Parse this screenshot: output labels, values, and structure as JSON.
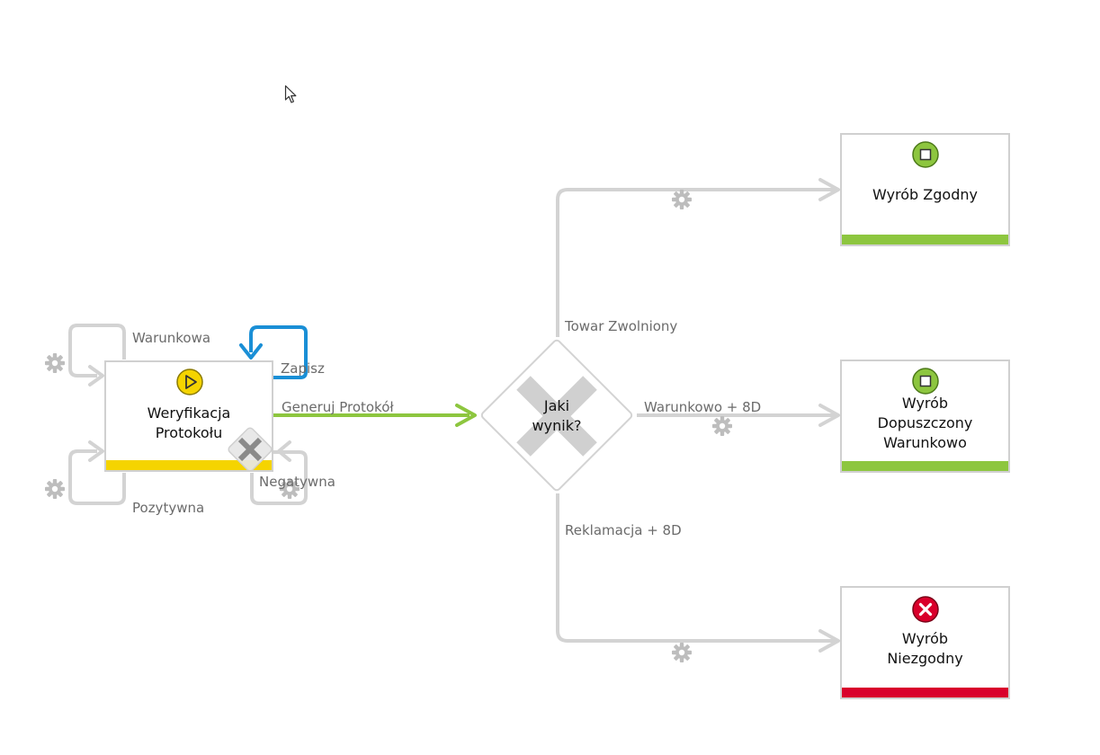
{
  "diagram": {
    "task": {
      "title_line1": "Weryfikacja",
      "title_line2": "Protokołu",
      "status_color": "#f5d400",
      "icon": "play-icon"
    },
    "gateway": {
      "label_line1": "Jaki",
      "label_line2": "wynik?"
    },
    "ends": [
      {
        "title_line1": "Wyrób Zgodny",
        "title_line2": "",
        "title_line3": "",
        "status_color": "#8dc63f",
        "icon": "stop-icon"
      },
      {
        "title_line1": "Wyrób",
        "title_line2": "Dopuszczony",
        "title_line3": "Warunkowo",
        "status_color": "#8dc63f",
        "icon": "stop-icon"
      },
      {
        "title_line1": "Wyrób",
        "title_line2": "Niezgodny",
        "title_line3": "",
        "status_color": "#d9002b",
        "icon": "cancel-icon"
      }
    ],
    "transitions": {
      "warunkowa": "Warunkowa",
      "zapisz": "Zapisz",
      "generuj": "Generuj Protokół",
      "negatywna": "Negatywna",
      "pozytywna": "Pozytywna",
      "towar": "Towar Zwolniony",
      "warunkowo8d": "Warunkowo + 8D",
      "reklamacja": "Reklamacja + 8D"
    },
    "colors": {
      "connector": "#d3d3d3",
      "active_loop": "#1a8fd6",
      "main_flow": "#8dc63f",
      "gear": "#bdbdbd"
    }
  }
}
